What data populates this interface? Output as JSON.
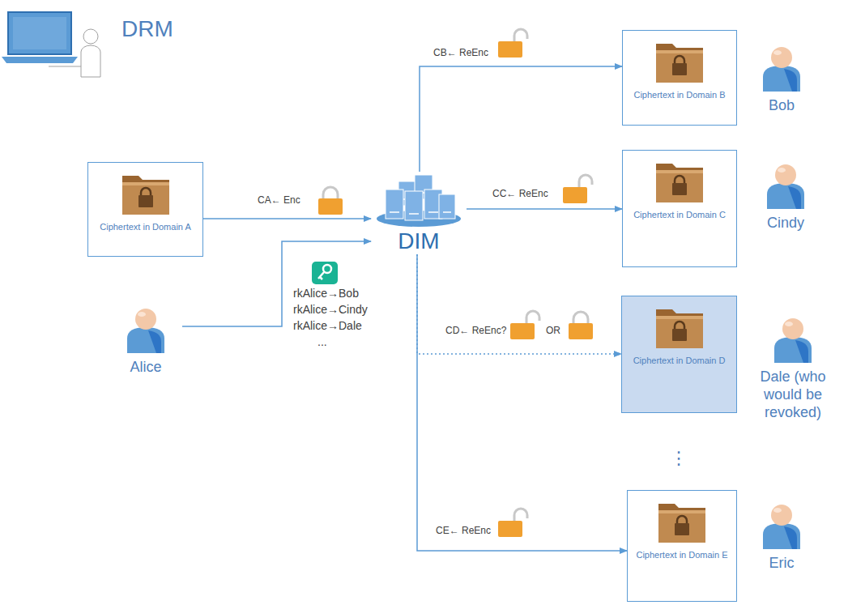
{
  "diagram": {
    "nodes": [
      {
        "text": [
          "Ciphertext in Domain A"
        ]
      },
      {
        "text": [
          "Alice"
        ]
      },
      {
        "text": [
          "DIM"
        ]
      },
      {
        "text": [
          "Ciphertext in Domain B"
        ]
      },
      {
        "text": [
          "Bob"
        ]
      },
      {
        "text": [
          "Ciphertext in Domain C"
        ]
      },
      {
        "text": [
          "Cindy"
        ]
      },
      {
        "text": [
          "Ciphertext in Domain D"
        ]
      },
      {
        "text": [
          "Dale (who would be revoked)"
        ]
      },
      {
        "text": [
          "Ciphertext in Domain E"
        ]
      },
      {
        "text": [
          "Eric"
        ]
      }
    ],
    "edges": [
      {
        "from": 0,
        "to": 2,
        "arrow": "to",
        "label": "CA← Enc"
      },
      {
        "from": 1,
        "to": 2,
        "arrow": "to"
      },
      {
        "from": 2,
        "to": 3,
        "arrow": "to",
        "label": "CB← ReEnc"
      },
      {
        "from": 2,
        "to": 5,
        "arrow": "to",
        "label": "CC← ReEnc"
      },
      {
        "from": 2,
        "to": 7,
        "arrow": "to",
        "label": "CD← ReEnc?"
      },
      {
        "from": 2,
        "to": 9,
        "arrow": "to",
        "label": "CE← ReEnc"
      }
    ],
    "labels": [
      "DRM",
      "rkAlice→Bob",
      "rkAlice→Cindy",
      "rkAlice→Dale",
      "...",
      "OR",
      "⋮"
    ]
  }
}
